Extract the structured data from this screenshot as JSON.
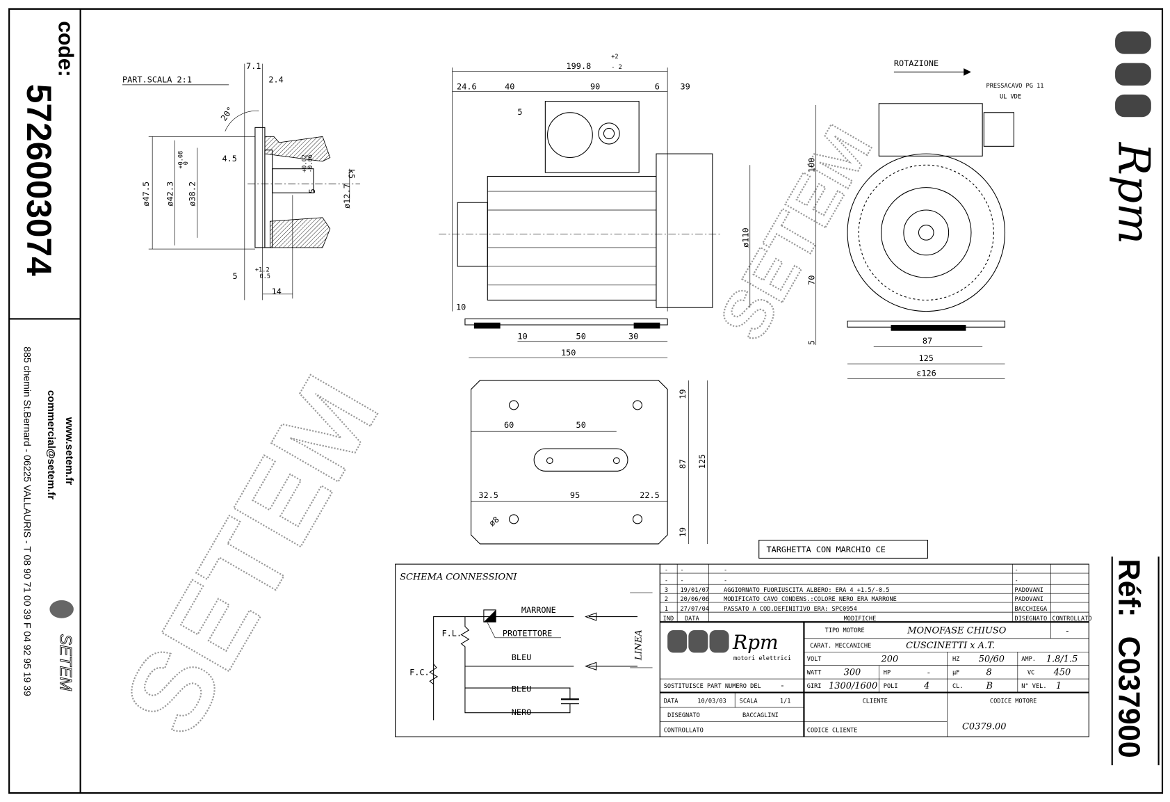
{
  "sidebar": {
    "code_label": "code:",
    "code_value": "5726003074",
    "website": "www.setem.fr",
    "email": "commercial@setem.fr",
    "address": "885 chemin St.Bernard - 06225 VALLAURIS - T 08 90 71 00 39  F 04 92 95 19 39",
    "brand": "SETEM"
  },
  "right": {
    "brand_logo": "Rpm",
    "ref_label": "Réf:",
    "ref_value": "C037900"
  },
  "watermark": "SETEM",
  "detail": {
    "title": "PART.SCALA 2:1",
    "dims": [
      "7.1",
      "2.4",
      "20°",
      "4.5",
      "ø47.5",
      "ø42.3",
      "+0.08",
      "0",
      "ø38.2",
      "+0.02",
      "-0.06",
      "5",
      "k5",
      "ø12.7",
      "5",
      "+1.2",
      "0.5",
      "14"
    ]
  },
  "side_view": {
    "dims": [
      "199.8",
      "+2",
      "- 2",
      "24.6",
      "40",
      "90",
      "6",
      "39",
      "5",
      "ø110",
      "10",
      "10",
      "50",
      "30",
      "150"
    ]
  },
  "front_view": {
    "rotation_label": "ROTAZIONE",
    "cable_gland": "PRESSACAVO PG 11",
    "ul_label": "UL VDE",
    "dims": [
      "100",
      "70",
      "5",
      "87",
      "125",
      "ε126"
    ]
  },
  "base_view": {
    "dims": [
      "19",
      "60",
      "50",
      "87",
      "125",
      "32.5",
      "95",
      "22.5",
      "ø8",
      "19"
    ]
  },
  "nameplate_note": "TARGHETTA CON MARCHIO CE",
  "schema": {
    "title": "SCHEMA CONNESSIONI",
    "labels": {
      "marrone": "MARRONE",
      "protettore": "PROTETTORE",
      "bleu1": "BLEU",
      "bleu2": "BLEU",
      "nero": "NERO",
      "fl": "F.L.",
      "fc": "F.C.",
      "linea": "LINEA"
    }
  },
  "revisions": {
    "rows": [
      {
        "ind": "-",
        "data": "-",
        "desc": "-",
        "by": "-"
      },
      {
        "ind": "-",
        "data": "-",
        "desc": "-",
        "by": "-"
      },
      {
        "ind": "3",
        "data": "19/01/07",
        "desc": "AGGIORNATO FUORIUSCITA ALBERO: ERA 4 +1.5/-0.5",
        "by": "PADOVANI"
      },
      {
        "ind": "2",
        "data": "20/06/06",
        "desc": "MODIFICATO CAVO CONDENS.:COLORE NERO ERA MARRONE",
        "by": "PADOVANI"
      },
      {
        "ind": "1",
        "data": "27/07/04",
        "desc": "PASSATO A COD.DEFINITIVO ERA: SPC0954",
        "by": "BACCHIEGA"
      }
    ],
    "header": {
      "ind": "IND",
      "data": "DATA",
      "desc": "MODIFICHE",
      "drawn": "DISEGNATO",
      "checked": "CONTROLLATO"
    }
  },
  "title_block": {
    "logo_text": "Rpm",
    "logo_sub": "motori elettrici",
    "tipo_label": "TIPO MOTORE",
    "tipo_value": "MONOFASE CHIUSO",
    "tipo_extra": "-",
    "carat_label": "CARAT. MECCANICHE",
    "carat_value": "CUSCINETTI x A.T.",
    "volt_label": "VOLT",
    "volt_value": "200",
    "hz_label": "HZ",
    "hz_value": "50/60",
    "amp_label": "AMP.",
    "amp_value": "1.8/1.5",
    "watt_label": "WATT",
    "watt_value": "300",
    "hp_label": "HP",
    "hp_value": "-",
    "uf_label": "µF",
    "uf_value": "8",
    "vc_label": "VC",
    "vc_value": "450",
    "giri_label": "GIRI",
    "giri_value": "1300/1600",
    "poli_label": "POLI",
    "poli_value": "4",
    "cl_label": "CL.",
    "cl_value": "B",
    "nvel_label": "N° VEL.",
    "nvel_value": "1",
    "sostituisce_label": "SOSTITUISCE PART NUMERO DEL",
    "sostituisce_value": "-",
    "data_label": "DATA",
    "data_value": "10/03/03",
    "scala_label": "SCALA",
    "scala_value": "1/1",
    "disegnato_label": "DISEGNATO",
    "disegnato_value": "BACCAGLINI",
    "controllato_label": "CONTROLLATO",
    "cliente_label": "CLIENTE",
    "codice_cliente_label": "CODICE CLIENTE",
    "codice_motore_label": "CODICE MOTORE",
    "codice_motore_value": "C0379.00"
  }
}
